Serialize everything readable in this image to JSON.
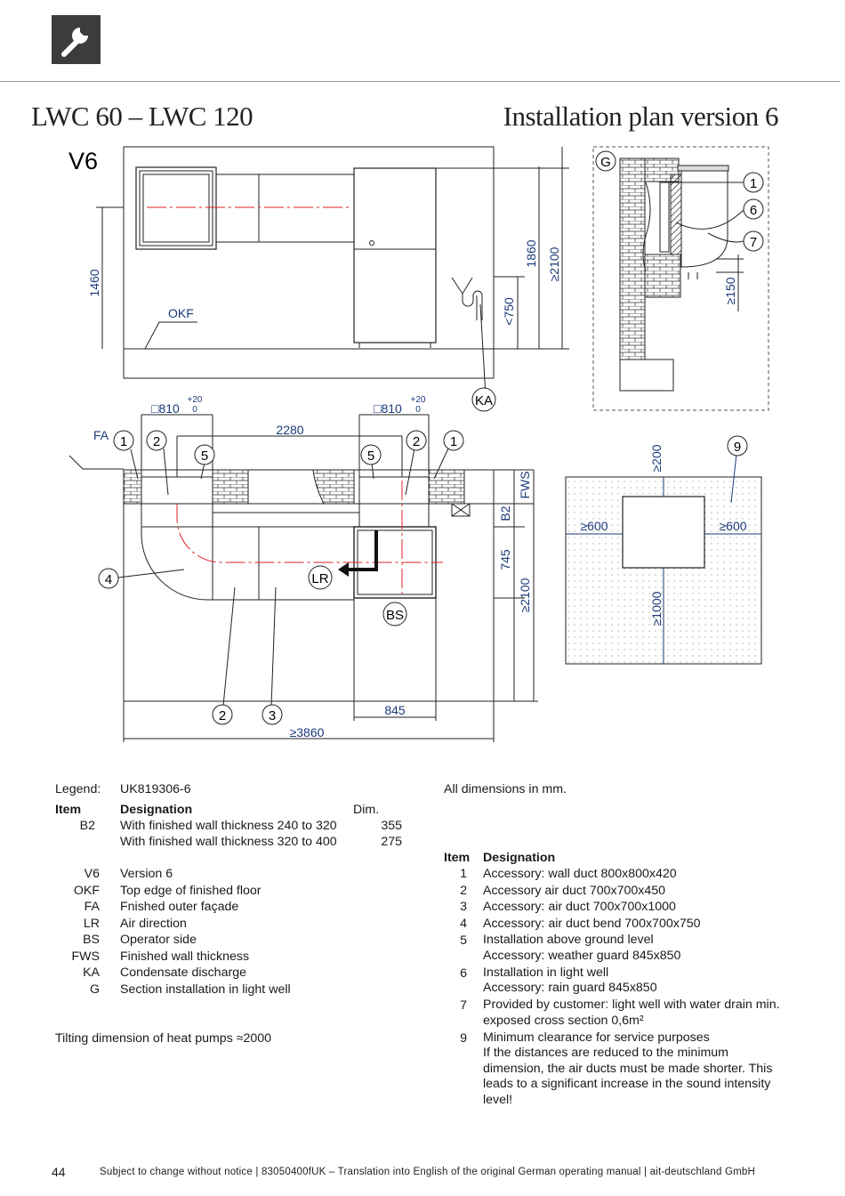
{
  "header": {
    "icon": "wrench-icon",
    "title_left": "LWC 60 – LWC 120",
    "title_right": "Installation plan version 6"
  },
  "drawing": {
    "version_label": "V6",
    "labels": {
      "okf": "OKF",
      "fa": "FA",
      "lr": "LR",
      "bs": "BS",
      "ka": "KA",
      "g": "G",
      "fws": "FWS",
      "b2": "B2"
    },
    "dims": {
      "h1460": "1460",
      "h1860": "1860",
      "h2100a": "≥2100",
      "h750": "<750",
      "h150": "≥150",
      "w810a": "□810",
      "w810b": "□810",
      "tol_plus": "+20",
      "tol_zero": "0",
      "w2280": "2280",
      "h745": "745",
      "h2100b": "≥2100",
      "w845": "845",
      "w3860": "≥3860",
      "c200": "≥200",
      "c600a": "≥600",
      "c600b": "≥600",
      "c1000": "≥1000"
    },
    "items": {
      "n1": "1",
      "n2": "2",
      "n3": "3",
      "n4": "4",
      "n5": "5",
      "n6": "6",
      "n7": "7",
      "n9": "9"
    }
  },
  "legend": {
    "legend_label": "Legend:",
    "legend_code": "UK819306-6",
    "col_item": "Item",
    "col_designation": "Designation",
    "col_dim": "Dim.",
    "b2_item": "B2",
    "b2_rows": [
      {
        "text": "With finished wall thickness 240 to 320",
        "dim": "355"
      },
      {
        "text": "With finished wall thickness 320 to 400",
        "dim": "275"
      }
    ],
    "abbrev": [
      {
        "item": "V6",
        "text": "Version 6"
      },
      {
        "item": "OKF",
        "text": "Top edge of finished floor"
      },
      {
        "item": "FA",
        "text": "Fnished outer façade"
      },
      {
        "item": "LR",
        "text": "Air direction"
      },
      {
        "item": "BS",
        "text": "Operator side"
      },
      {
        "item": "FWS",
        "text": "Finished wall thickness"
      },
      {
        "item": "KA",
        "text": "Condensate discharge"
      },
      {
        "item": "G",
        "text": "Section installation in light well"
      }
    ],
    "tilting": "Tilting dimension of heat pumps ≈2000"
  },
  "right_legend": {
    "note": "All dimensions in mm.",
    "col_item": "Item",
    "col_designation": "Designation",
    "rows": [
      {
        "item": "1",
        "lines": [
          "Accessory: wall duct 800x800x420"
        ]
      },
      {
        "item": "2",
        "lines": [
          "Accessory air duct 700x700x450"
        ]
      },
      {
        "item": "3",
        "lines": [
          "Accessory: air duct 700x700x1000"
        ]
      },
      {
        "item": "4",
        "lines": [
          "Accessory: air duct bend 700x700x750"
        ]
      },
      {
        "item": "5",
        "lines": [
          "Installation above ground level",
          "Accessory: weather guard 845x850"
        ]
      },
      {
        "item": "6",
        "lines": [
          "Installation in light well",
          "Accessory: rain guard 845x850"
        ]
      },
      {
        "item": "7",
        "lines": [
          "Provided by customer: light well with water drain min.",
          "exposed cross section 0,6m²"
        ]
      },
      {
        "item": "9",
        "lines": [
          "Minimum clearance for service purposes",
          "If the distances are reduced to the minimum",
          "dimension, the air ducts must be made shorter. This",
          "leads to a significant increase in the sound intensity",
          "level!"
        ]
      }
    ]
  },
  "footer": {
    "page": "44",
    "text": "Subject to change without notice | 83050400fUK – Translation into English of the original German operating manual | ait-deutschland GmbH"
  }
}
